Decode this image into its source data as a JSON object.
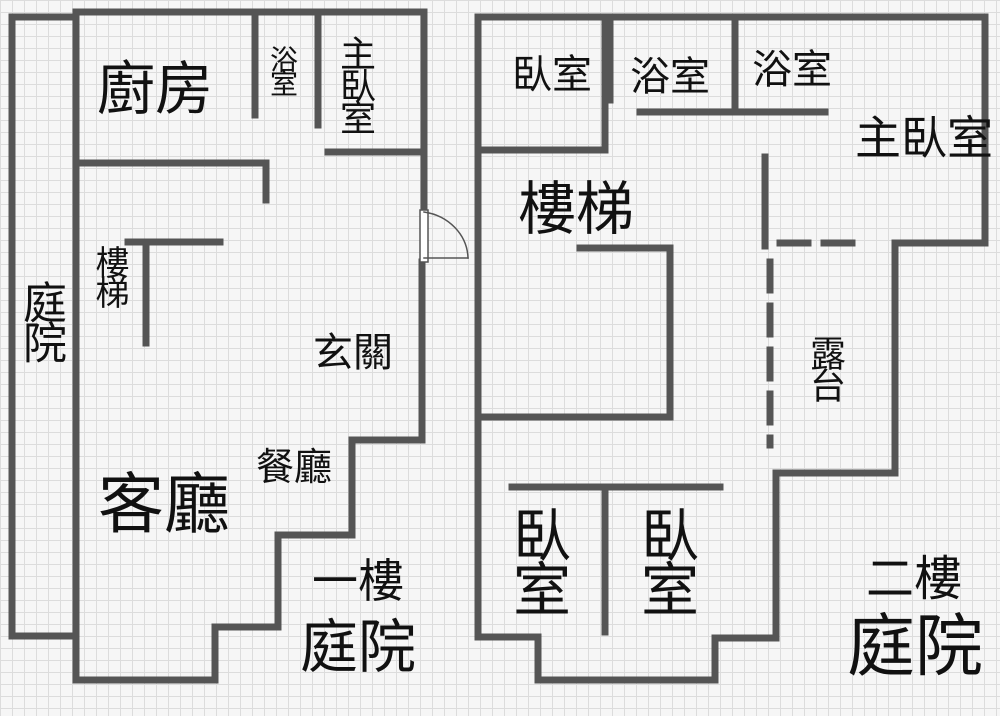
{
  "floor1": {
    "title": "一樓",
    "yard_label": "庭院",
    "rooms": {
      "side_yard": "庭院",
      "kitchen": "廚房",
      "bathroom": "浴室",
      "master_bedroom": "主臥室",
      "stairs": "樓梯",
      "entrance": "玄關",
      "dining": "餐廳",
      "living": "客廳"
    }
  },
  "floor2": {
    "title": "二樓",
    "yard_label": "庭院",
    "rooms": {
      "bedroom_top": "臥室",
      "bathroom_1": "浴室",
      "bathroom_2": "浴室",
      "master_bedroom": "主臥室",
      "stairs": "樓梯",
      "terrace": "露台",
      "bedroom_left": "臥室",
      "bedroom_right": "臥室"
    }
  },
  "colors": {
    "wall": "#555555",
    "grid": "#dcdcdc",
    "background": "#f6f6f6",
    "text": "#111111"
  }
}
